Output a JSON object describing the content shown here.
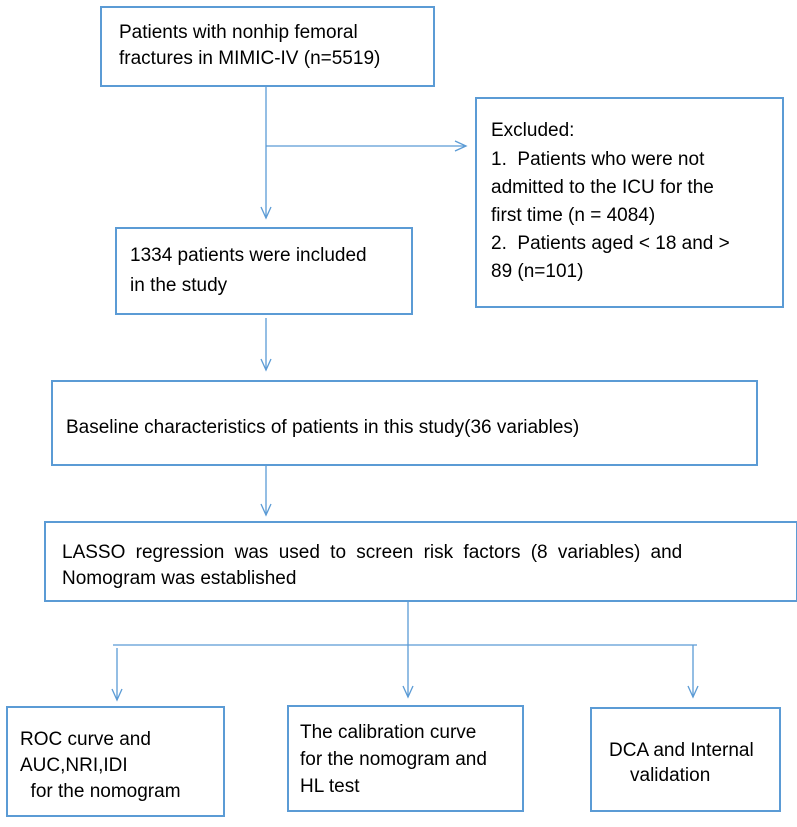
{
  "boxes": {
    "initial": [
      "Patients with nonhip femoral",
      "fractures in MIMIC-IV (n=5519)"
    ],
    "excluded": [
      "Excluded:",
      "1.  Patients who were not",
      "admitted to the ICU for the",
      "first time (n = 4084)",
      "2.  Patients aged < 18 and >",
      "89 (n=101)"
    ],
    "included": [
      "1334 patients were included",
      "in the study"
    ],
    "baseline": [
      "Baseline characteristics of patients in this study(36 variables)"
    ],
    "lasso": [
      "LASSO regression was used to screen risk factors (8 variables) and",
      "Nomogram was established"
    ],
    "roc": [
      "ROC curve and",
      "AUC,NRI,IDI",
      "  for the nomogram"
    ],
    "calibration": [
      "The calibration curve",
      "for the nomogram and",
      "HL test"
    ],
    "dca": [
      "DCA and Internal",
      "validation"
    ]
  },
  "colors": {
    "border": "#5b9bd5",
    "arrow": "#5b9bd5",
    "text": "#000000"
  }
}
